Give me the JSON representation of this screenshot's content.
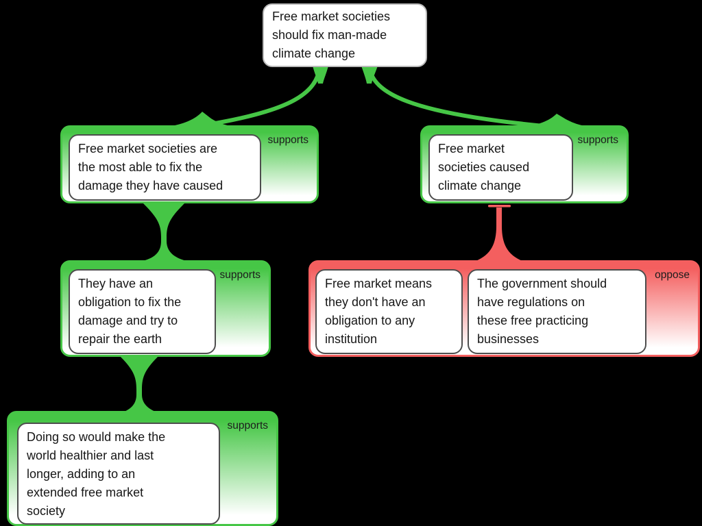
{
  "colors": {
    "background": "#000000",
    "support_green": "#46c646",
    "oppose_red": "#f45f5f",
    "relation_label_ink": "#1c1c1c"
  },
  "root_claim": {
    "text": "Free market societies\nshould fix man-made\nclimate change"
  },
  "arguments": [
    {
      "id": "most-able",
      "relation_label": "supports",
      "statements": [
        "Free market societies are\nthe most able to fix the\ndamage they have caused"
      ]
    },
    {
      "id": "caused-climate-change",
      "relation_label": "supports",
      "statements": [
        "Free market\nsocieties caused\nclimate change"
      ]
    },
    {
      "id": "obligation-to-fix",
      "relation_label": "supports",
      "statements": [
        "They have an\nobligation to fix the\ndamage and try to\nrepair the earth"
      ]
    },
    {
      "id": "oppose-group",
      "relation_label": "oppose",
      "statements": [
        "Free market means\nthey don't have an\nobligation to any\ninstitution",
        "The government should\nhave regulations on\nthese free practicing\nbusinesses"
      ]
    },
    {
      "id": "healthier-world",
      "relation_label": "supports",
      "statements": [
        "Doing so would make the\nworld healthier and last\nlonger, adding to an\nextended free market\nsociety"
      ]
    }
  ]
}
